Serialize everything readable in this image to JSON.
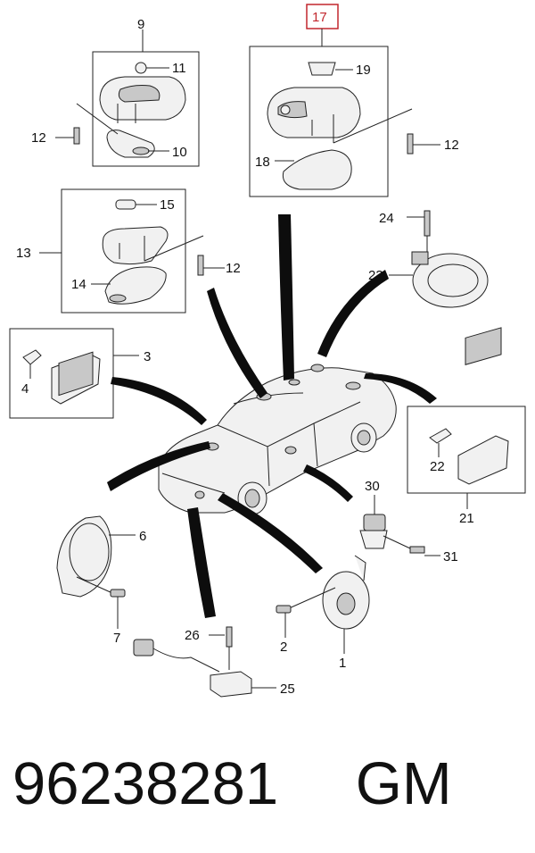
{
  "callouts": {
    "n1": "1",
    "n2": "2",
    "n3": "3",
    "n4": "4",
    "n6": "6",
    "n7": "7",
    "n9": "9",
    "n10": "10",
    "n11": "11",
    "n12a": "12",
    "n12b": "12",
    "n12c": "12",
    "n13": "13",
    "n14": "14",
    "n15": "15",
    "n17": "17",
    "n18": "18",
    "n19": "19",
    "n21": "21",
    "n22": "22",
    "n23": "23",
    "n24": "24",
    "n25": "25",
    "n26": "26",
    "n30": "30",
    "n31": "31"
  },
  "highlight_color": "#c2272d",
  "footer": {
    "part_number": "96238281",
    "brand": "GM"
  }
}
